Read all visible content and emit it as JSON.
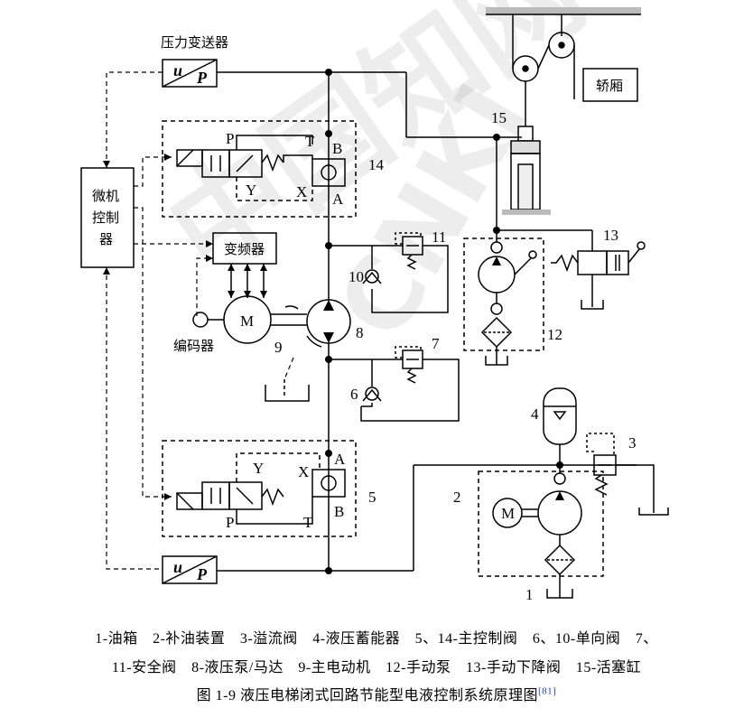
{
  "labels": {
    "pressure_transmitter": "压力变送器",
    "controller": "微机控制器",
    "inverter": "变频器",
    "encoder": "编码器",
    "car": "轿厢",
    "motor_M": "M",
    "pump_motor_M": "M",
    "up_symbol_u": "u",
    "up_symbol_p": "P",
    "port_P": "P",
    "port_T": "T",
    "port_B": "B",
    "port_A": "A",
    "port_X": "X",
    "port_Y": "Y",
    "n1": "1",
    "n2": "2",
    "n3": "3",
    "n4": "4",
    "n5": "5",
    "n6": "6",
    "n7": "7",
    "n8": "8",
    "n9": "9",
    "n10": "10",
    "n11": "11",
    "n12": "12",
    "n13": "13",
    "n14": "14",
    "n15": "15"
  },
  "legend": {
    "line1": "1-油箱　2-补油装置　3-溢流阀　4-液压蓄能器　5、14-主控制阀　6、10-单向阀　7、",
    "line2": "11-安全阀　8-液压泵/马达　9-主电动机　12-手动泵　13-手动下降阀　15-活塞缸"
  },
  "figure": {
    "title": "图 1-9  液压电梯闭式回路节能型电液控制系统原理图",
    "ref": "[81]"
  },
  "watermark": {
    "text1": "中国知网",
    "text2": "CNKI"
  }
}
